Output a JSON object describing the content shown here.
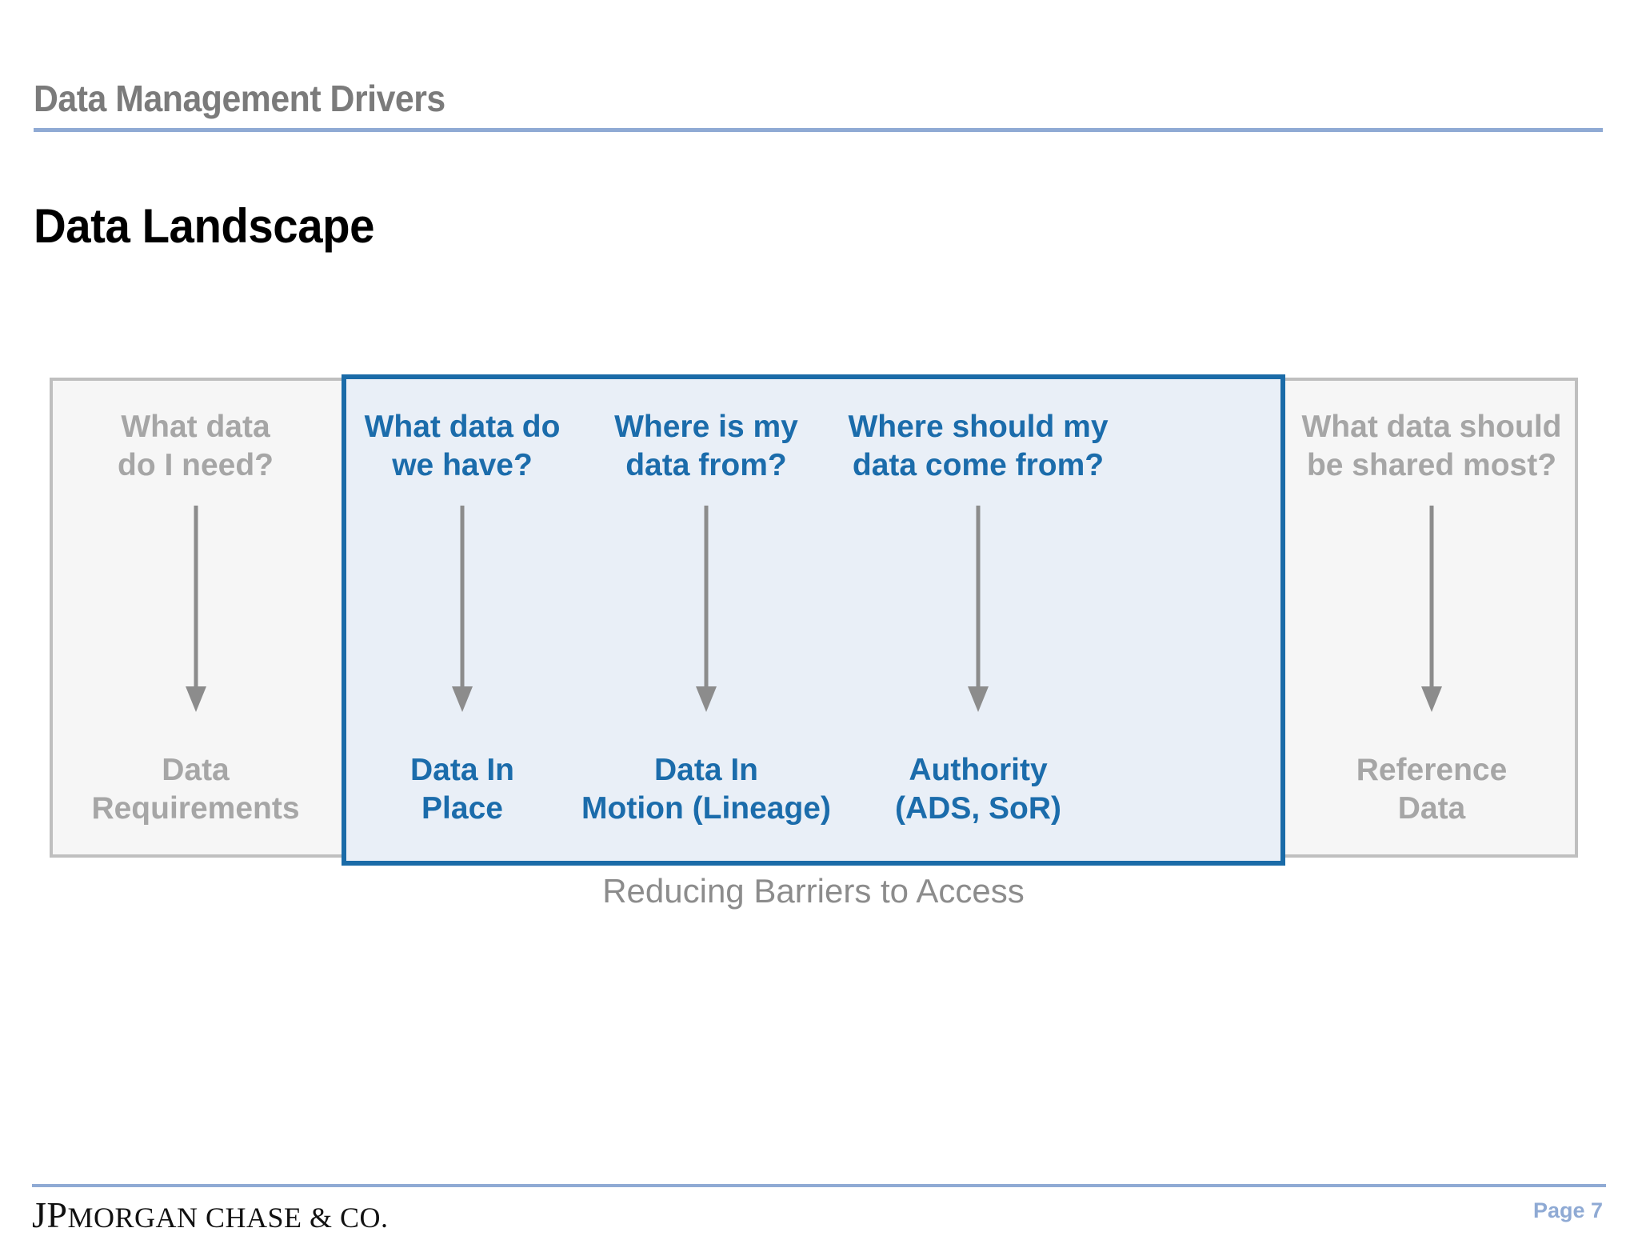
{
  "header": {
    "eyebrow": "Data Management Drivers",
    "rule_color": "#8faad4"
  },
  "title": "Data Landscape",
  "diagram": {
    "highlight_border_color": "#1a6ba8",
    "highlight_fill_color": "#e9eff7",
    "outer_fill_color": "#f6f6f6",
    "outer_border_color": "#bfbfbf",
    "gray_text_color": "#a6a6a6",
    "blue_text_color": "#1b6cab",
    "arrow_color": "#8c8c8c",
    "caption": "Reducing Barriers to Access",
    "columns": [
      {
        "question": "What data\ndo I need?",
        "outcome": "Data\nRequirements",
        "highlighted": false
      },
      {
        "question": "What data do\nwe have?",
        "outcome": "Data In\nPlace",
        "highlighted": true
      },
      {
        "question": "Where is my\ndata from?",
        "outcome": "Data In\nMotion (Lineage)",
        "highlighted": true
      },
      {
        "question": "Where should my\ndata come from?",
        "outcome": "Authority\n(ADS, SoR)",
        "highlighted": true
      },
      {
        "question": "What data should\nbe shared most?",
        "outcome": "Reference\nData",
        "highlighted": false
      }
    ]
  },
  "footer": {
    "logo_lead": "JP",
    "logo_rest": "MORGAN CHASE & CO.",
    "page_label": "Page 7",
    "page_color": "#8faad4"
  }
}
